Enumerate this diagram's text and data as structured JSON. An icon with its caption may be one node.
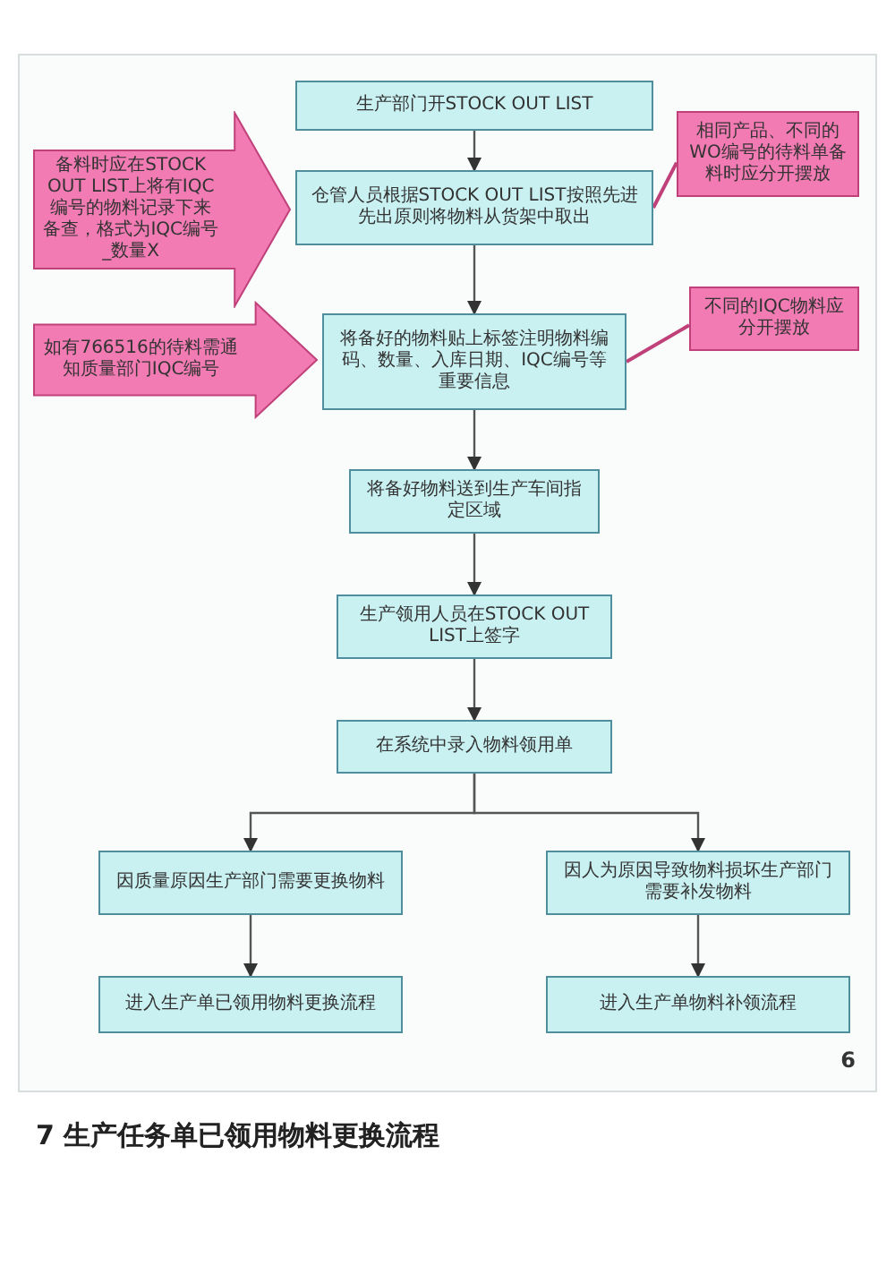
{
  "diagram": {
    "nodes": [
      {
        "text": [
          "生产部门开STOCK OUT LIST"
        ]
      },
      {
        "text": [
          "仓管人员根据STOCK OUT LIST按照先进先出原则将物料从货架中取出"
        ]
      },
      {
        "text": [
          "备料时应在STOCK OUT LIST上将有IQC编号的物料记录下来备查，格式为IQC编号_数量X"
        ]
      },
      {
        "text": [
          "相同产品、不同的WO编号的待料单备料时应分开摆放"
        ]
      },
      {
        "text": [
          "将备好的物料贴上标签注明物料编码、数量、入库日期、IQC编号等重要信息"
        ]
      },
      {
        "text": [
          "如有766516的待料需通知质量部门IQC编号"
        ]
      },
      {
        "text": [
          "不同的IQC物料应分开摆放"
        ]
      },
      {
        "text": [
          "将备好物料送到生产车间指定区域"
        ]
      },
      {
        "text": [
          "生产领用人员在STOCK OUT LIST上签字"
        ]
      },
      {
        "text": [
          "在系统中录入物料领用单"
        ]
      },
      {
        "text": [
          "因质量原因生产部门需要更换物料"
        ]
      },
      {
        "text": [
          "因人为原因导致物料损坏生产部门需要补发物料"
        ]
      },
      {
        "text": [
          "进入生产单已领用物料更换流程"
        ]
      },
      {
        "text": [
          "进入生产单物料补领流程"
        ]
      }
    ],
    "edges": [
      {
        "from": 0,
        "to": 1,
        "arrow": "to"
      },
      {
        "from": 3,
        "to": 1,
        "arrow": "none",
        "color": "#c0407a"
      },
      {
        "from": 1,
        "to": 4,
        "arrow": "to"
      },
      {
        "from": 6,
        "to": 4,
        "arrow": "none",
        "color": "#c0407a"
      },
      {
        "from": 4,
        "to": 7,
        "arrow": "to"
      },
      {
        "from": 7,
        "to": 8,
        "arrow": "to"
      },
      {
        "from": 8,
        "to": 9,
        "arrow": "to"
      },
      {
        "from": 9,
        "to": 10,
        "arrow": "to"
      },
      {
        "from": 9,
        "to": 11,
        "arrow": "to"
      },
      {
        "from": 10,
        "to": 12,
        "arrow": "to"
      },
      {
        "from": 11,
        "to": 13,
        "arrow": "to"
      }
    ],
    "labels": [
      "6",
      "7 生产任务单已领用物料更换流程"
    ]
  }
}
